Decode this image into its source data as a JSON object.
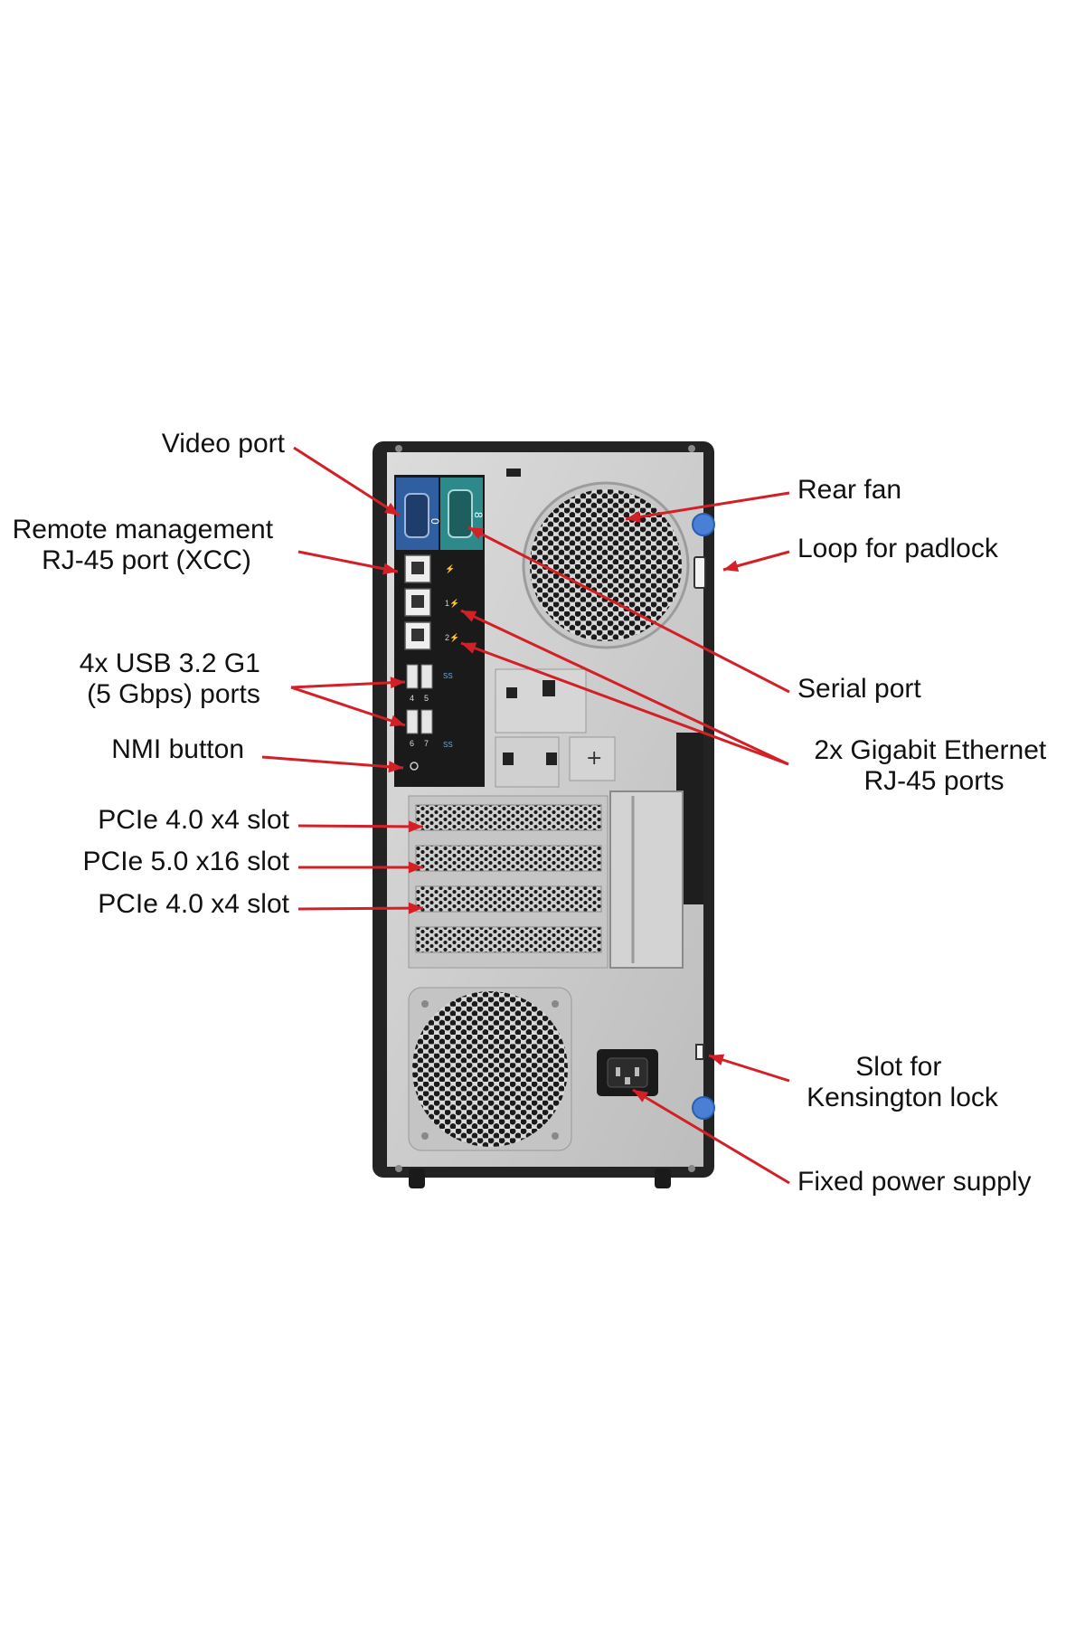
{
  "accent_color": "#d32027",
  "callouts": {
    "video_port": {
      "lines": [
        "Video port"
      ]
    },
    "remote_mgmt": {
      "lines": [
        "Remote management",
        "RJ-45 port (XCC)"
      ]
    },
    "usb_ports": {
      "lines": [
        "4x USB 3.2 G1",
        "(5 Gbps) ports"
      ]
    },
    "nmi_button": {
      "lines": [
        "NMI button"
      ]
    },
    "pcie_slot_1": {
      "lines": [
        "PCIe 4.0 x4 slot"
      ]
    },
    "pcie_slot_2": {
      "lines": [
        "PCIe 5.0 x16 slot"
      ]
    },
    "pcie_slot_3": {
      "lines": [
        "PCIe 4.0 x4 slot"
      ]
    },
    "rear_fan": {
      "lines": [
        "Rear fan"
      ]
    },
    "padlock_loop": {
      "lines": [
        "Loop for padlock"
      ]
    },
    "serial_port": {
      "lines": [
        "Serial port"
      ]
    },
    "ethernet_ports": {
      "lines": [
        "2x Gigabit Ethernet",
        "RJ-45 ports"
      ]
    },
    "kensington_slot": {
      "lines": [
        "Slot for",
        "Kensington lock"
      ]
    },
    "power_supply": {
      "lines": [
        "Fixed power supply"
      ]
    }
  },
  "port_marks": {
    "video_num": "0",
    "serial_num": "8",
    "usb_numbers": [
      "4",
      "5",
      "6",
      "7"
    ]
  }
}
